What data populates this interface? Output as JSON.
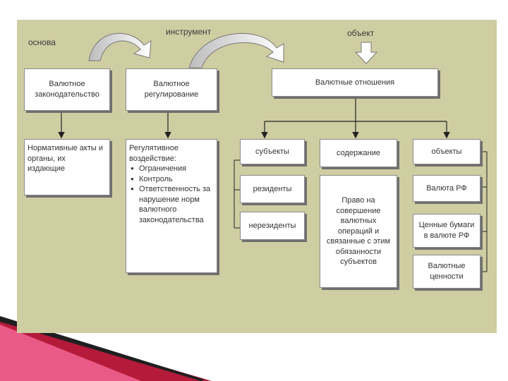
{
  "labels": {
    "osnova": "основа",
    "instrument": "инструмент",
    "obekt": "объект"
  },
  "boxes": {
    "legislation": "Валютное\nзаконодательство",
    "regulation": "Валютное\nрегулирование",
    "relations": "Валютные отношения",
    "acts": "Нормативные акты и\nорганы, их\nиздающие",
    "reg_title": "Регулятивное\nвоздействие:",
    "reg_items": [
      "Ограничения",
      "Контроль",
      "Ответственность за\nнарушение норм\nвалютного\nзаконодательства"
    ],
    "subjects": "субъекты",
    "content": "содержание",
    "objects": "объекты",
    "residents": "резиденты",
    "right": "Право на\nсовершение\nвалютных\nопераций и\nсвязанные с этим\nобязанности\nсубъектов",
    "currency_rf": "Валюта РФ",
    "securities": "Ценные бумаги\nв валюте РФ",
    "nonresidents": "нерезиденты",
    "valuables": "Валютные\nценности"
  },
  "colors": {
    "panel": "#cfcda2",
    "ribbon_dark": "#1f1f1f",
    "ribbon_red": "#b51a3b",
    "ribbon_pink": "#e95a86"
  }
}
